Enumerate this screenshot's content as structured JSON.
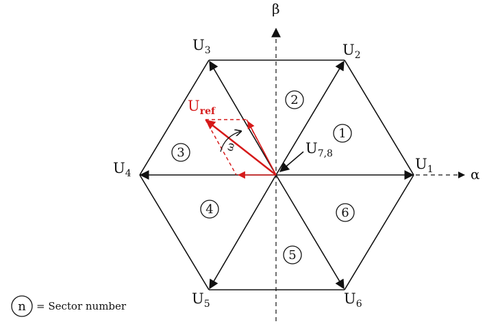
{
  "axes": {
    "alpha": "α",
    "beta": "β"
  },
  "vectors": [
    {
      "id": "U1",
      "main": "U",
      "sub": "1"
    },
    {
      "id": "U2",
      "main": "U",
      "sub": "2"
    },
    {
      "id": "U3",
      "main": "U",
      "sub": "3"
    },
    {
      "id": "U4",
      "main": "U",
      "sub": "4"
    },
    {
      "id": "U5",
      "main": "U",
      "sub": "5"
    },
    {
      "id": "U6",
      "main": "U",
      "sub": "6"
    },
    {
      "id": "U78",
      "main": "U",
      "sub": "7,8"
    }
  ],
  "reference": {
    "main": "U",
    "sub": "ref",
    "omega": "ω",
    "color": "#d61a1a"
  },
  "sectors": [
    "1",
    "2",
    "3",
    "4",
    "5",
    "6"
  ],
  "legend": {
    "symbol": "n",
    "text": "= Sector number"
  }
}
